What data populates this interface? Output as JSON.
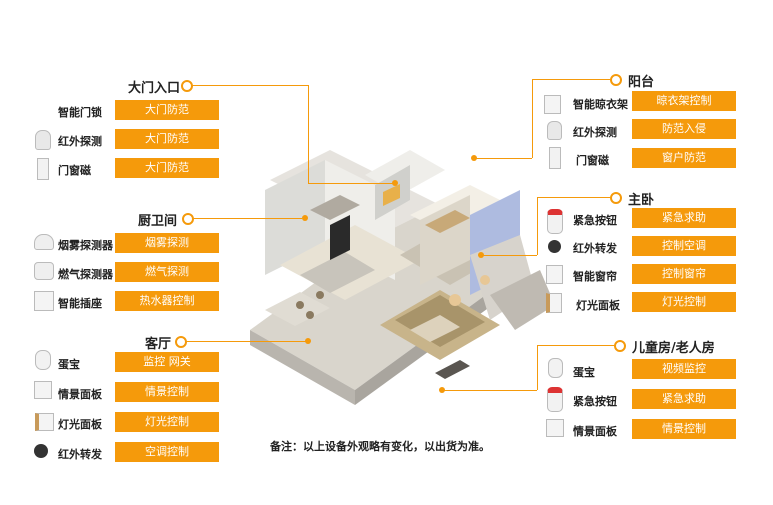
{
  "note": "备注：以上设备外观略有变化，以出货为准。",
  "sections": {
    "gate": {
      "title": "大门入口",
      "items": [
        {
          "name": "智能门锁",
          "action": "大门防范",
          "icon": "door-lock-icon"
        },
        {
          "name": "红外探测",
          "action": "大门防范",
          "icon": "infrared-detector-icon"
        },
        {
          "name": "门窗磁",
          "action": "大门防范",
          "icon": "door-window-sensor-icon"
        }
      ]
    },
    "kitchen": {
      "title": "厨卫间",
      "items": [
        {
          "name": "烟雾探测器",
          "action": "烟雾探测",
          "icon": "smoke-detector-icon"
        },
        {
          "name": "燃气探测器",
          "action": "燃气探测",
          "icon": "gas-detector-icon"
        },
        {
          "name": "智能插座",
          "action": "热水器控制",
          "icon": "smart-socket-icon"
        }
      ]
    },
    "living": {
      "title": "客厅",
      "items": [
        {
          "name": "蛋宝",
          "action": "监控 网关",
          "icon": "camera-gateway-icon"
        },
        {
          "name": "情景面板",
          "action": "情景控制",
          "icon": "scene-panel-icon"
        },
        {
          "name": "灯光面板",
          "action": "灯光控制",
          "icon": "light-panel-icon"
        },
        {
          "name": "红外转发",
          "action": "空调控制",
          "icon": "ir-blaster-icon"
        }
      ]
    },
    "balcony": {
      "title": "阳台",
      "items": [
        {
          "name": "智能晾衣架",
          "action": "晾衣架控制",
          "icon": "clothes-rack-switch-icon"
        },
        {
          "name": "红外探测",
          "action": "防范入侵",
          "icon": "infrared-detector-icon"
        },
        {
          "name": "门窗磁",
          "action": "窗户防范",
          "icon": "door-window-sensor-icon"
        }
      ]
    },
    "master": {
      "title": "主卧",
      "items": [
        {
          "name": "紧急按钮",
          "action": "紧急求助",
          "icon": "emergency-button-icon"
        },
        {
          "name": "红外转发",
          "action": "控制空调",
          "icon": "ir-blaster-icon"
        },
        {
          "name": "智能窗帘",
          "action": "控制窗帘",
          "icon": "curtain-switch-icon"
        },
        {
          "name": "灯光面板",
          "action": "灯光控制",
          "icon": "light-panel-icon"
        }
      ]
    },
    "kids": {
      "title": "儿童房/老人房",
      "items": [
        {
          "name": "蛋宝",
          "action": "视频监控",
          "icon": "camera-gateway-icon"
        },
        {
          "name": "紧急按钮",
          "action": "紧急求助",
          "icon": "emergency-button-icon"
        },
        {
          "name": "情景面板",
          "action": "情景控制",
          "icon": "scene-panel-icon"
        }
      ]
    }
  },
  "colors": {
    "accent": "#f59a0b",
    "text": "#222222",
    "box_text": "#ffffff"
  }
}
